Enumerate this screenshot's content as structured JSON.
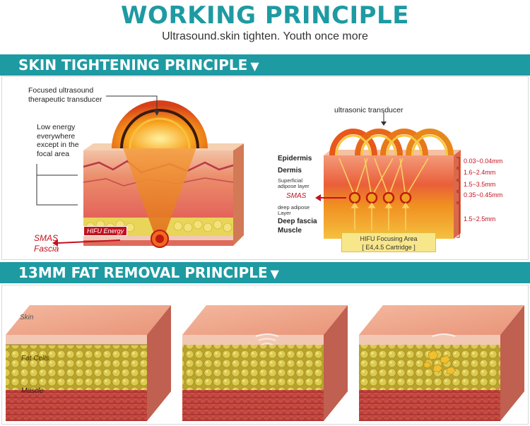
{
  "header": {
    "title": "WORKING PRINCIPLE",
    "subtitle": "Ultrasound.skin tighten. Youth once more"
  },
  "section1": {
    "title": "SKIN TIGHTENING PRINCIPLE",
    "arrow": "▼",
    "left": {
      "transducer_label": "Focused ultrasound therapeutic transducer",
      "low_energy_label": "Low energy everywhere except in the focal area",
      "energy_tag": "HIFU Energy",
      "smas_label": "SMAS",
      "fascia_label": "Fascia"
    },
    "right": {
      "transducer_label": "ultrasonic transducer",
      "layers": {
        "epidermis": "Epidermis",
        "dermis": "Dermis",
        "superficial": "Superficial adipose layer",
        "smas": "SMAS",
        "deep": "deep adipose Layer",
        "deep_fascia": "Deep fascia",
        "muscle": "Muscle"
      },
      "measurements": [
        "0.03~0.04mm",
        "1.6~2.4mm",
        "1.5~3.5mm",
        "0.35~0.45mm",
        "1.5~2.5mm"
      ],
      "focus_box": {
        "line1": "HIFU Focusing Area",
        "line2": "[ E4,4.5 Cartridge ]"
      }
    }
  },
  "section2": {
    "title": "13MM FAT REMOVAL PRINCIPLE",
    "arrow": "▼",
    "labels": {
      "skin": "Skin",
      "fat": "Fat Cells",
      "muscle": "Muscle"
    }
  },
  "colors": {
    "teal": "#1e9aa2",
    "accent_red": "#c1121f",
    "skin": "#f0a58a",
    "fat": "#d9c23a"
  }
}
